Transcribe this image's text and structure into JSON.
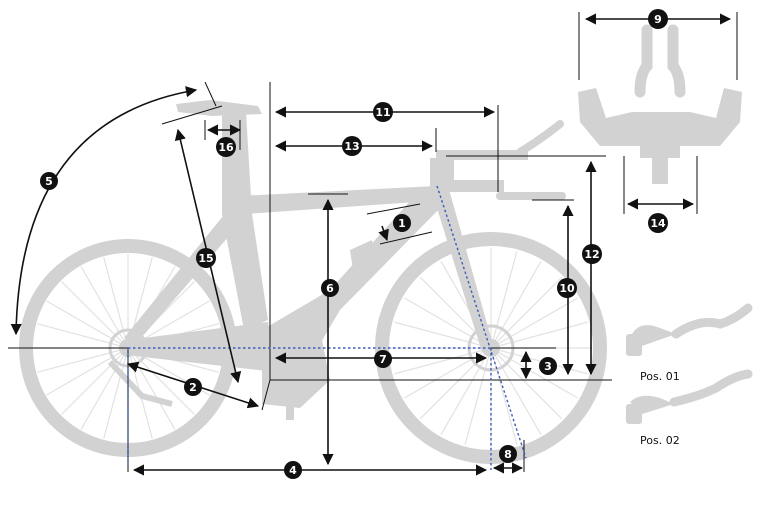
{
  "dimensions": [
    {
      "id": "1",
      "label": "1"
    },
    {
      "id": "2",
      "label": "2"
    },
    {
      "id": "3",
      "label": "3"
    },
    {
      "id": "4",
      "label": "4"
    },
    {
      "id": "5",
      "label": "5"
    },
    {
      "id": "6",
      "label": "6"
    },
    {
      "id": "7",
      "label": "7"
    },
    {
      "id": "8",
      "label": "8"
    },
    {
      "id": "9",
      "label": "9"
    },
    {
      "id": "10",
      "label": "10"
    },
    {
      "id": "11",
      "label": "11"
    },
    {
      "id": "12",
      "label": "12"
    },
    {
      "id": "13",
      "label": "13"
    },
    {
      "id": "14",
      "label": "14"
    },
    {
      "id": "15",
      "label": "15"
    },
    {
      "id": "16",
      "label": "16"
    }
  ],
  "positions": {
    "pos1": "Pos. 01",
    "pos2": "Pos. 02"
  },
  "colors": {
    "bike_silhouette": "#d2d2d2",
    "dimension_lines": "#111111",
    "axis_lines": "#3a5fb8",
    "badge_fill": "#111111",
    "badge_text": "#ffffff"
  }
}
